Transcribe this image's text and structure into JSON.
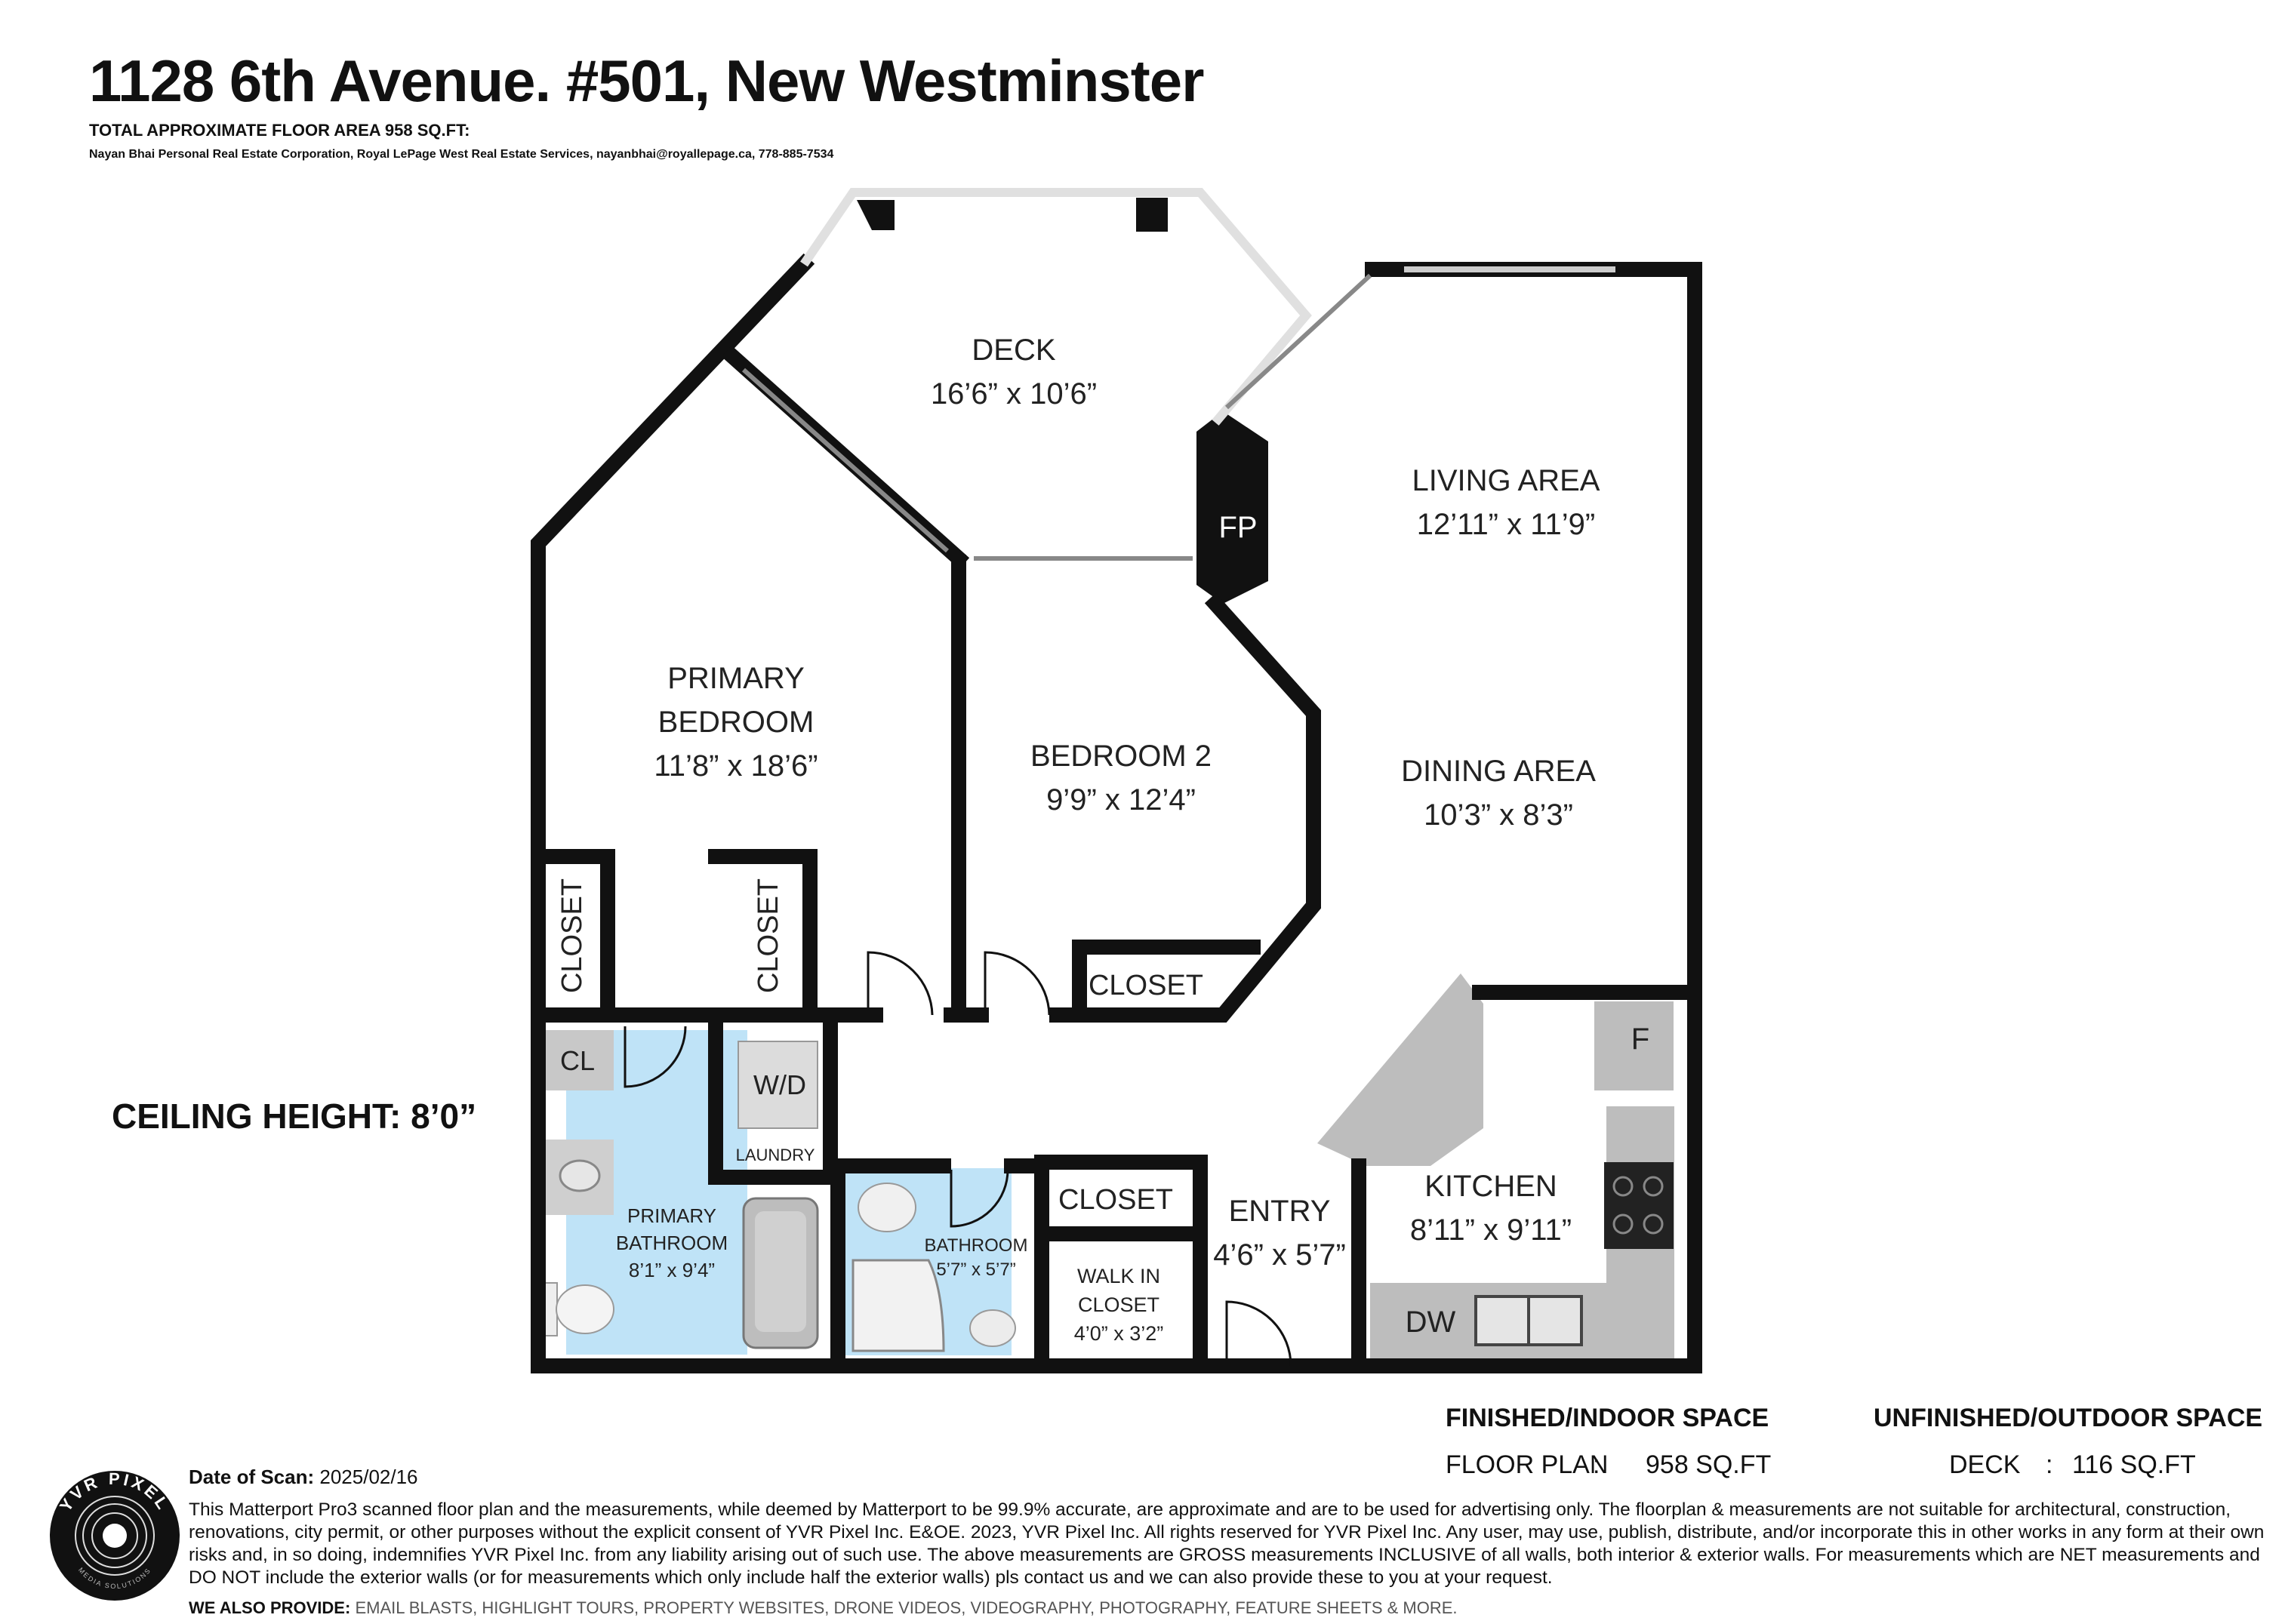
{
  "header": {
    "title": "1128 6th Avenue. #501, New Westminster",
    "subtitle": "TOTAL APPROXIMATE FLOOR AREA 958 SQ.FT:",
    "agent_line": "Nayan Bhai Personal Real Estate Corporation, Royal LePage West Real Estate Services, nayanbhai@royallepage.ca, 778-885-7534"
  },
  "ceiling": "CEILING HEIGHT:  8’0”",
  "rooms": {
    "deck": {
      "name": "DECK",
      "dims": "16’6” x 10’6”"
    },
    "living": {
      "name": "LIVING AREA",
      "dims": "12’11” x 11’9”"
    },
    "dining": {
      "name": "DINING AREA",
      "dims": "10’3” x 8’3”"
    },
    "primary_bedroom": {
      "name1": "PRIMARY",
      "name2": "BEDROOM",
      "dims": "11’8” x 18’6”"
    },
    "bedroom2": {
      "name": "BEDROOM 2",
      "dims": "9’9” x 12’4”"
    },
    "fireplace": "FP",
    "closet1": "CLOSET",
    "closet2": "CLOSET",
    "closet3": "CLOSET",
    "closet4": "CLOSET",
    "cl": "CL",
    "wd": "W/D",
    "laundry": "LAUNDRY",
    "primary_bath": {
      "name1": "PRIMARY",
      "name2": "BATHROOM",
      "dims": "8’1” x 9’4”"
    },
    "bathroom": {
      "name": "BATHROOM",
      "dims": "5’7” x 5’7”"
    },
    "walkin": {
      "name1": "WALK IN",
      "name2": "CLOSET",
      "dims": "4’0” x 3’2”"
    },
    "entry": {
      "name": "ENTRY",
      "dims": "4’6” x 5’7”"
    },
    "kitchen": {
      "name": "KITCHEN",
      "dims": "8’11” x 9’11”"
    },
    "fridge": "F",
    "dw": "DW"
  },
  "summary": {
    "finished_heading": "FINISHED/INDOOR SPACE",
    "finished_label": "FLOOR PLAN",
    "finished_sep": ":",
    "finished_value": "958 SQ.FT",
    "unfinished_heading": "UNFINISHED/OUTDOOR SPACE",
    "unfinished_label": "DECK",
    "unfinished_sep": ":",
    "unfinished_value": "116 SQ.FT"
  },
  "footer": {
    "scan_label": "Date of Scan:",
    "scan_date": "2025/02/16",
    "disclaimer": "This Matterport Pro3 scanned floor plan and the measurements, while deemed by Matterport to be 99.9% accurate, are approximate and are to be used for advertising only. The floorplan & measurements are not suitable for architectural, construction, renovations, city permit, or other purposes without the explicit consent of YVR Pixel Inc. E&OE. 2023, YVR Pixel Inc. All rights reserved for YVR Pixel Inc. Any user, may use, publish, distribute, and/or incorporate this in other works in any form at their own risks and, in so doing, indemnifies YVR Pixel Inc. from any liability arising out of such use. The above measurements are GROSS measurements INCLUSIVE of all walls, both interior & exterior walls. For measurements which are NET measurements and DO NOT include the exterior walls (or for measurements which only include half the exterior walls) pls contact us and we can also provide these to you at your request.",
    "provide_label": "WE ALSO PROVIDE:",
    "provide_items": "EMAIL BLASTS, HIGHLIGHT TOURS, PROPERTY WEBSITES, DRONE VIDEOS, VIDEOGRAPHY, PHOTOGRAPHY, FEATURE SHEETS & MORE."
  },
  "logo": {
    "text": "YVR PIXEL",
    "sub": "MEDIA SOLUTIONS"
  },
  "colors": {
    "wall": "#111111",
    "bath": "#bfe3f7",
    "fixture": "#c8c8c8",
    "counter": "#bdbdbd"
  }
}
